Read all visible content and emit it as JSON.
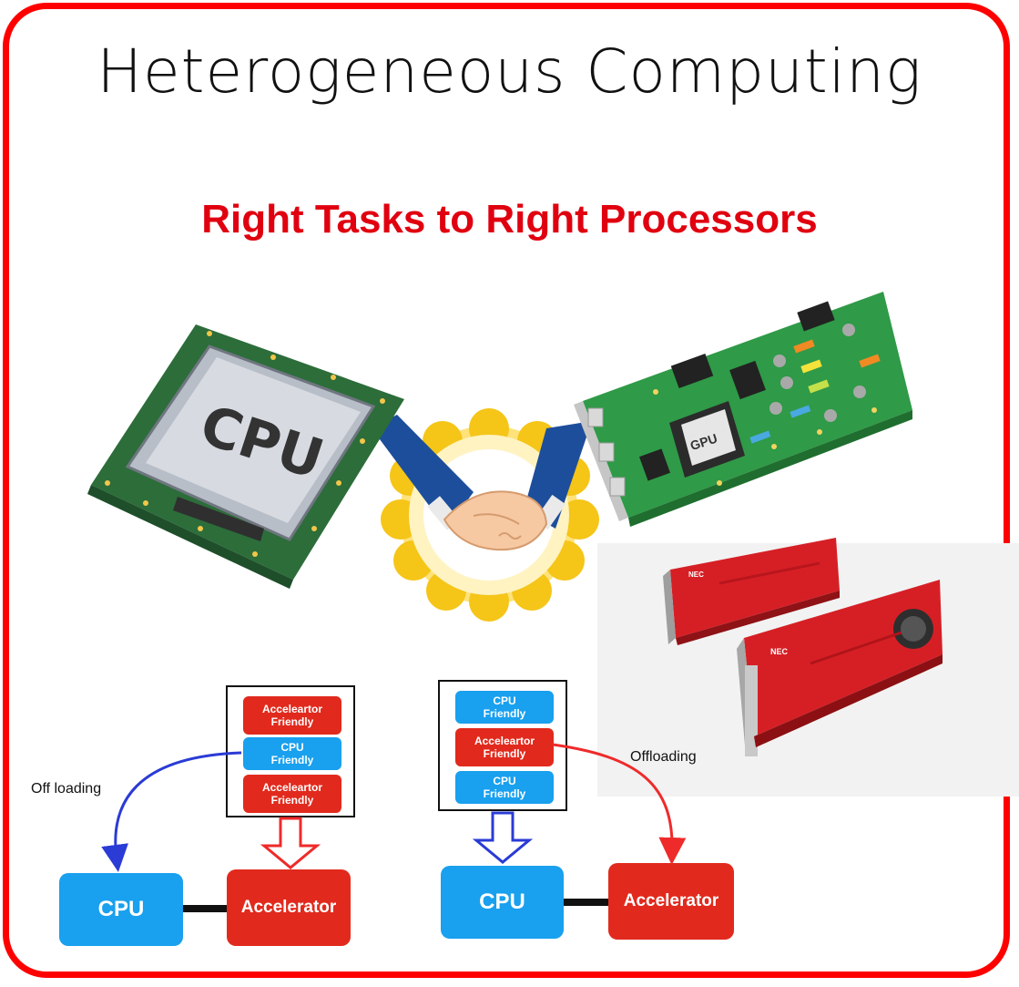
{
  "title": "Heterogeneous Computing",
  "subtitle": "Right Tasks to Right Processors",
  "illustration": {
    "cpu_chip_text": "CPU",
    "gpu_chip_text": "GPU",
    "card_brand": "NEC"
  },
  "left_diagram": {
    "stack": [
      "Acceleartor Friendly",
      "CPU Friendly",
      "Acceleartor Friendly"
    ],
    "arrow_label": "Off loading",
    "cpu_label": "CPU",
    "accelerator_label": "Accelerator"
  },
  "right_diagram": {
    "stack": [
      "CPU Friendly",
      "Acceleartor Friendly",
      "CPU Friendly"
    ],
    "arrow_label": "Offloading",
    "cpu_label": "CPU",
    "accelerator_label": "Accelerator"
  },
  "colors": {
    "frame": "#ff0000",
    "subtitle": "#e0000f",
    "cpu_blue": "#19a0ee",
    "accelerator_red": "#e12a1d"
  }
}
